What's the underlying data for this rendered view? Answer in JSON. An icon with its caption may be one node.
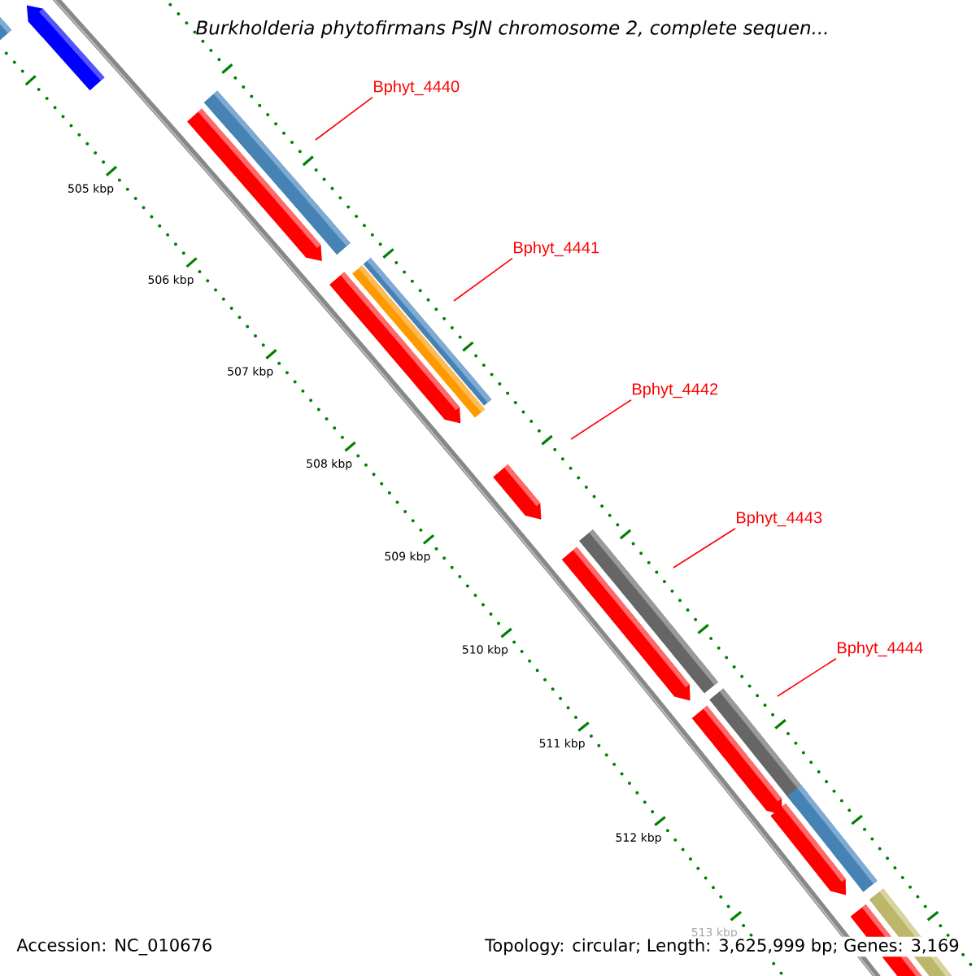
{
  "diagram": {
    "title": "Burkholderia phytofirmans PsJN chromosome 2, complete sequen...",
    "nodes": [
      {
        "text": [
          "Bphyt_4440"
        ]
      },
      {
        "text": [
          "Bphyt_4441"
        ]
      },
      {
        "text": [
          "Bphyt_4442"
        ]
      },
      {
        "text": [
          "Bphyt_4443"
        ]
      },
      {
        "text": [
          "Bphyt_4444"
        ]
      }
    ],
    "edges": [
      {
        "from": 0,
        "to": null,
        "arrow": "none"
      },
      {
        "from": 1,
        "to": null,
        "arrow": "none"
      },
      {
        "from": 2,
        "to": null,
        "arrow": "none"
      },
      {
        "from": 3,
        "to": null,
        "arrow": "none"
      },
      {
        "from": 4,
        "to": null,
        "arrow": "none"
      }
    ],
    "labels": [
      "505 kbp",
      "506 kbp",
      "507 kbp",
      "508 kbp",
      "509 kbp",
      "510 kbp",
      "511 kbp",
      "512 kbp",
      "513 kbp",
      "Accession: NC_010676",
      "Topology: circular; Length: 3,625,999 bp; Genes: 3,169"
    ]
  }
}
